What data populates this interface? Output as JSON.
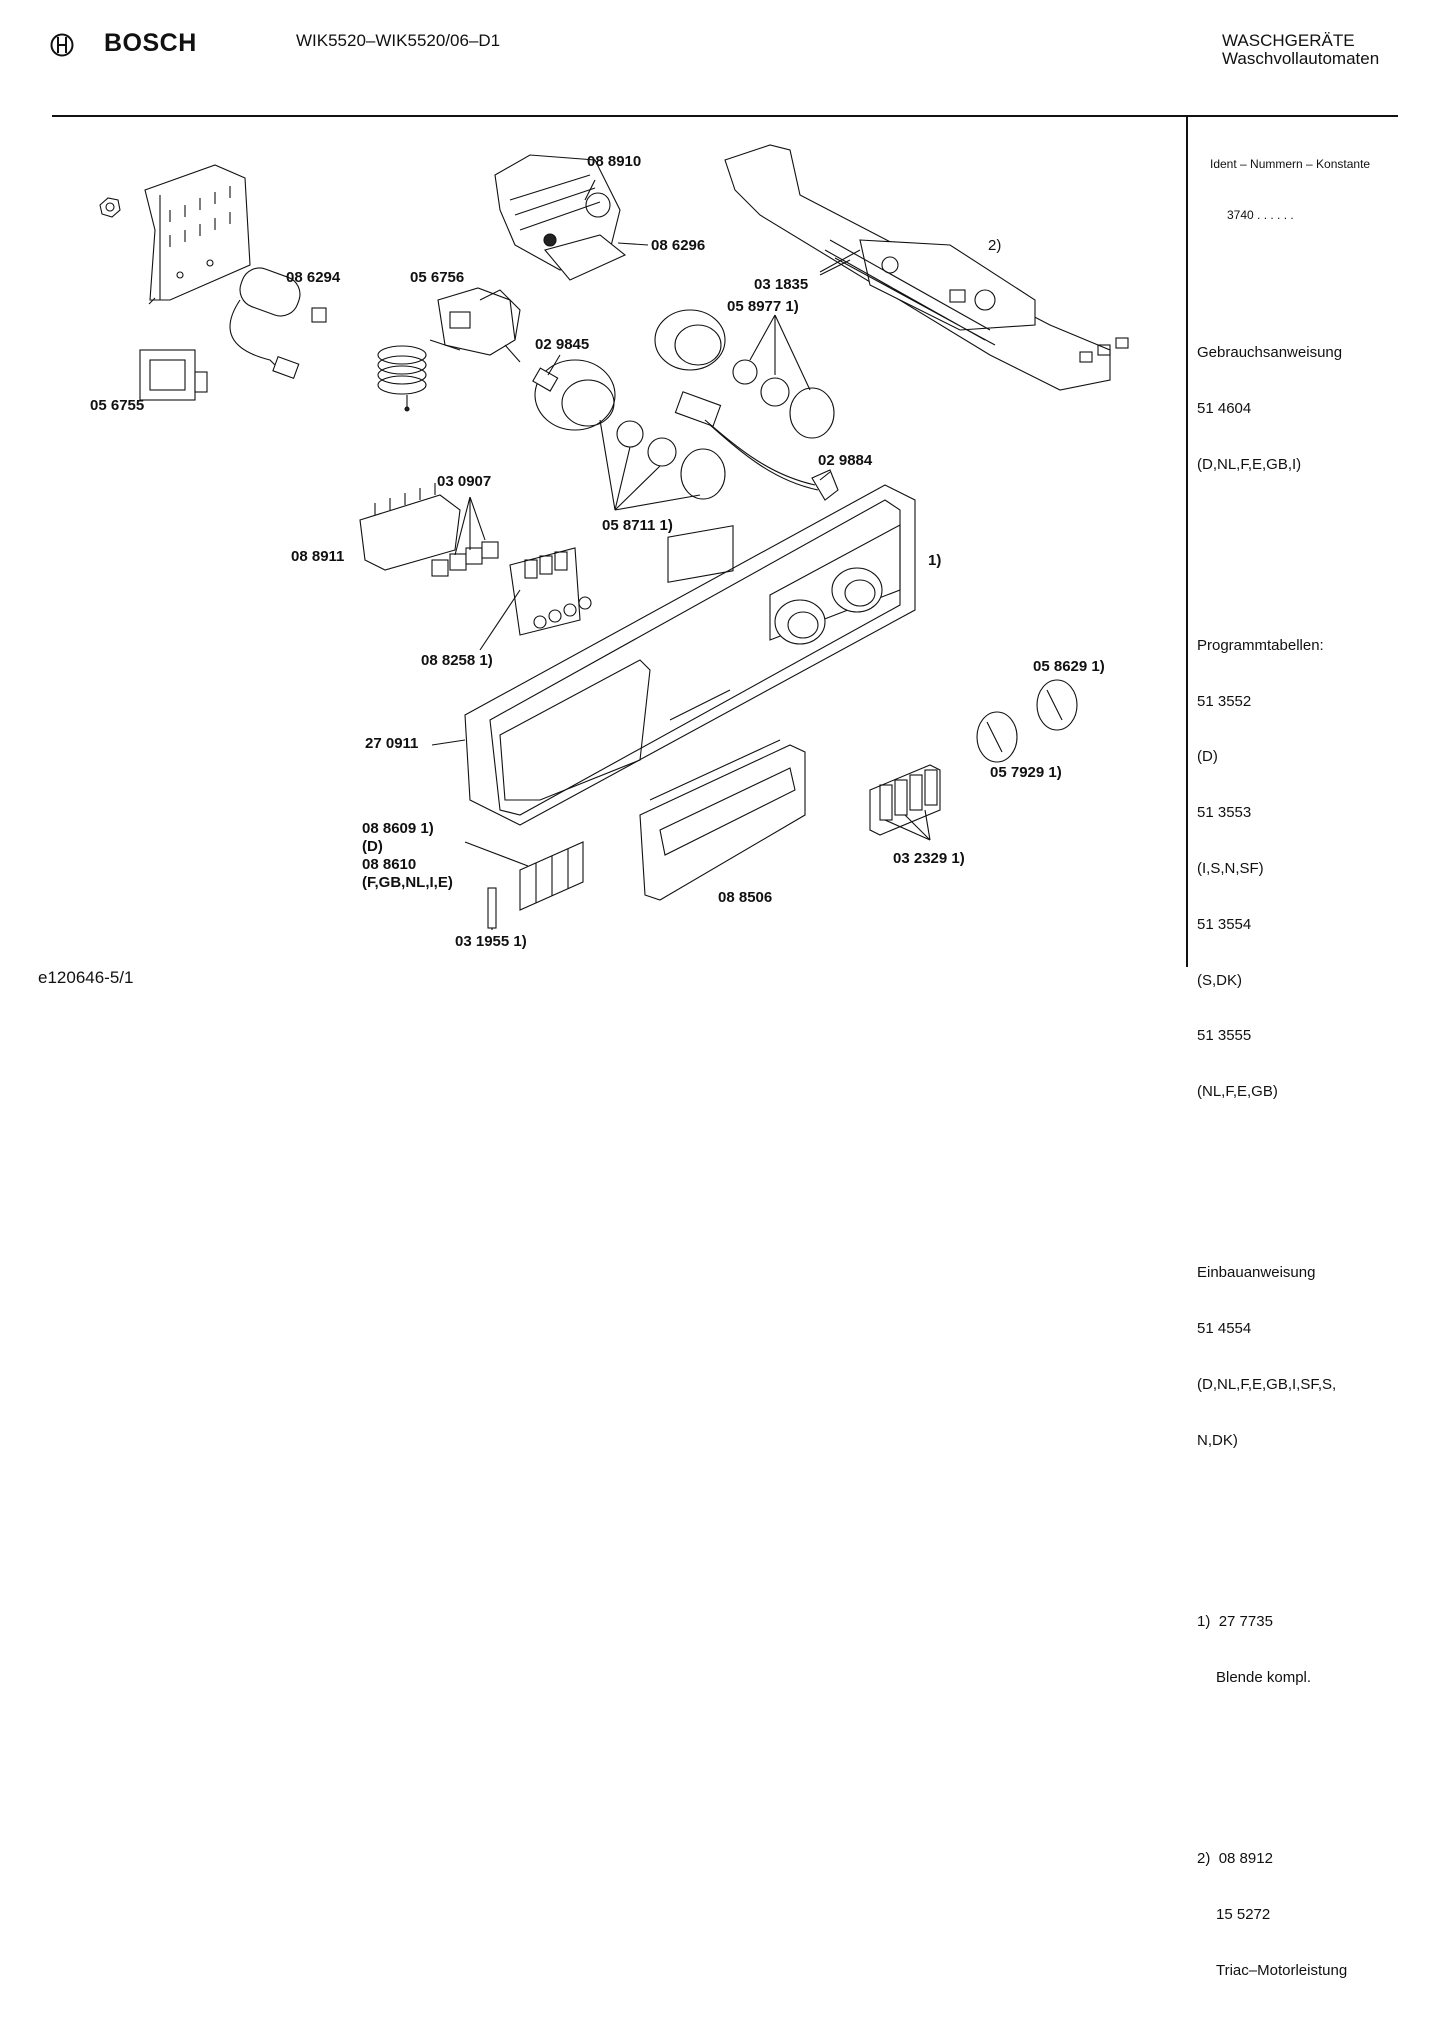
{
  "header": {
    "brand": "BOSCH",
    "model": "WIK5520–WIK5520/06–D1",
    "category_line1": "WASCHGERÄTE",
    "category_line2": "Waschvollautomaten"
  },
  "sidebar": {
    "ident_title": "Ident – Nummern – Konstante",
    "ident_value": "3740 . . . . . .",
    "sections": [
      {
        "title": "Gebrauchsanweisung",
        "lines": [
          "51 4604",
          "(D,NL,F,E,GB,I)"
        ]
      },
      {
        "title": "Programmtabellen:",
        "lines": [
          "51 3552",
          "(D)",
          "51 3553",
          "(I,S,N,SF)",
          "51 3554",
          "(S,DK)",
          "51 3555",
          "(NL,F,E,GB)"
        ]
      },
      {
        "title": "Einbauanweisung",
        "lines": [
          "51 4554",
          "(D,NL,F,E,GB,I,SF,S,",
          "N,DK)"
        ]
      }
    ],
    "notes": [
      {
        "marker": "1)",
        "first": "27 7735",
        "rest": [
          "Blende kompl."
        ]
      },
      {
        "marker": "2)",
        "first": "08 8912",
        "rest": [
          "15 5272",
          "Triac–Motorleistung"
        ]
      }
    ]
  },
  "labels": {
    "p088910": "08 8910",
    "p086296": "08 6296",
    "p086294": "08 6294",
    "p056756": "05 6756",
    "p031835": "03 1835",
    "p058977": "05 8977 1)",
    "note2": "2)",
    "p029845": "02 9845",
    "p056755": "05 6755",
    "p029884": "02 9884",
    "p030907": "03 0907",
    "p058711": "05 8711 1)",
    "p088911": "08 8911",
    "note1": "1)",
    "p088258": "08 8258 1)",
    "p058629": "05 8629 1)",
    "p270911": "27 0911",
    "p057929": "05 7929 1)",
    "p088609": "08 8609 1)",
    "p088609_c": "(D)",
    "p088610": "08 8610",
    "p088610_c": "(F,GB,NL,I,E)",
    "p032329": "03 2329 1)",
    "p088506": "08 8506",
    "p031955": "03 1955 1)"
  },
  "footer": {
    "code": "e120646-5/1"
  }
}
